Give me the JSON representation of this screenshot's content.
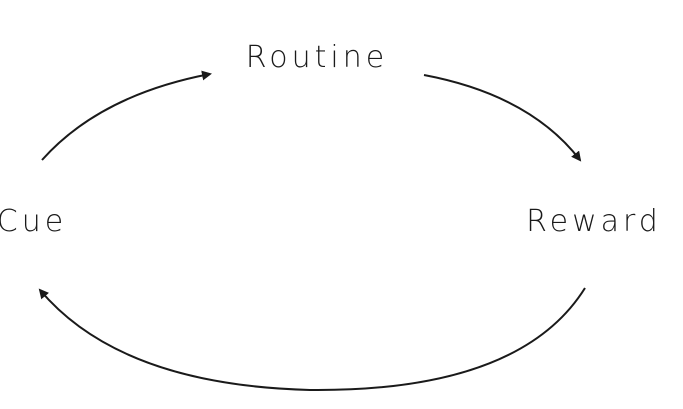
{
  "diagram": {
    "nodes": {
      "routine": "Routine",
      "reward": "Reward",
      "cue": "Cue"
    },
    "edges": [
      {
        "from": "Cue",
        "to": "Routine"
      },
      {
        "from": "Routine",
        "to": "Reward"
      },
      {
        "from": "Reward",
        "to": "Cue"
      }
    ]
  },
  "colors": {
    "ink": "#1a1a1a",
    "background": "#ffffff"
  }
}
